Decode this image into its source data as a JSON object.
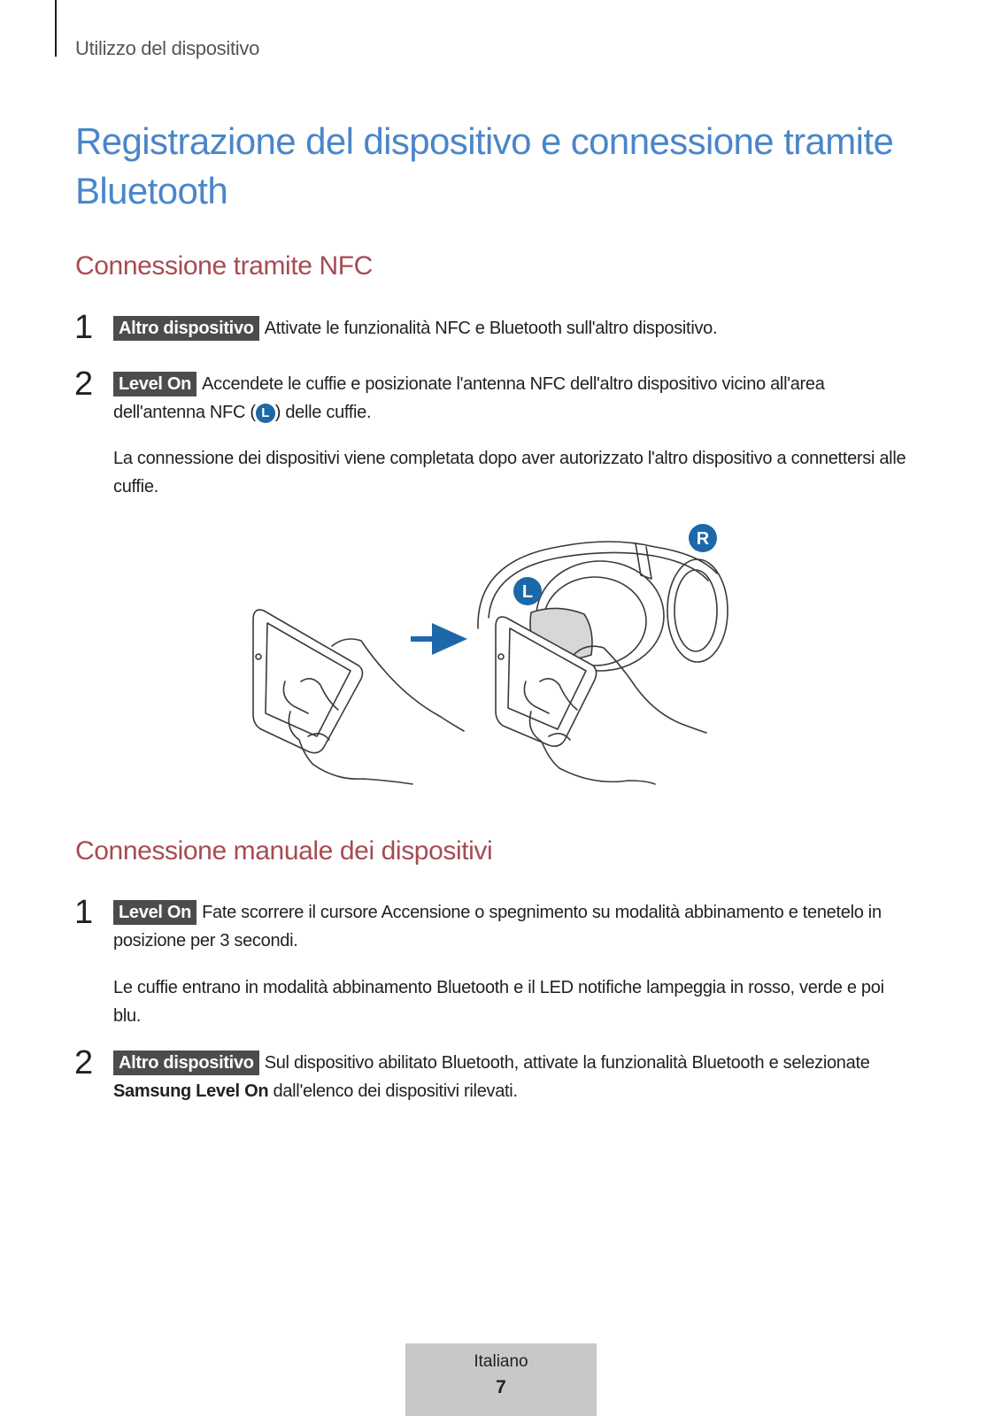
{
  "header": {
    "section": "Utilizzo del dispositivo"
  },
  "title": "Registrazione del dispositivo e connessione tramite Bluetooth",
  "nfc": {
    "heading": "Connessione tramite NFC",
    "steps": [
      {
        "num": "1",
        "tag": "Altro dispositivo",
        "text": "Attivate le funzionalità NFC e Bluetooth sull'altro dispositivo."
      },
      {
        "num": "2",
        "tag": "Level On",
        "text_a": "Accendete le cuffie e posizionate l'antenna NFC dell'altro dispositivo vicino all'area dell'antenna NFC (",
        "badge": "L",
        "text_b": ") delle cuffie.",
        "note": "La connessione dei dispositivi viene completata dopo aver autorizzato l'altro dispositivo a connettersi alle cuffie."
      }
    ]
  },
  "illustration": {
    "left_label": "L",
    "right_label": "R"
  },
  "manual": {
    "heading": "Connessione manuale dei dispositivi",
    "steps": [
      {
        "num": "1",
        "tag": "Level On",
        "text": "Fate scorrere il cursore Accensione o spegnimento su modalità abbinamento e tenetelo in posizione per 3 secondi.",
        "note": "Le cuffie entrano in modalità abbinamento Bluetooth e il LED notifiche lampeggia in rosso, verde e poi blu."
      },
      {
        "num": "2",
        "tag": "Altro dispositivo",
        "text_a": "Sul dispositivo abilitato Bluetooth, attivate la funzionalità Bluetooth e selezionate ",
        "bold": "Samsung Level On",
        "text_b": " dall'elenco dei dispositivi rilevati."
      }
    ]
  },
  "footer": {
    "language": "Italiano",
    "page": "7"
  },
  "colors": {
    "title": "#4a86c9",
    "subheading": "#a74b52",
    "tag_bg": "#4c4c4c",
    "badge": "#1c68a8",
    "arrow": "#1c68a8"
  }
}
